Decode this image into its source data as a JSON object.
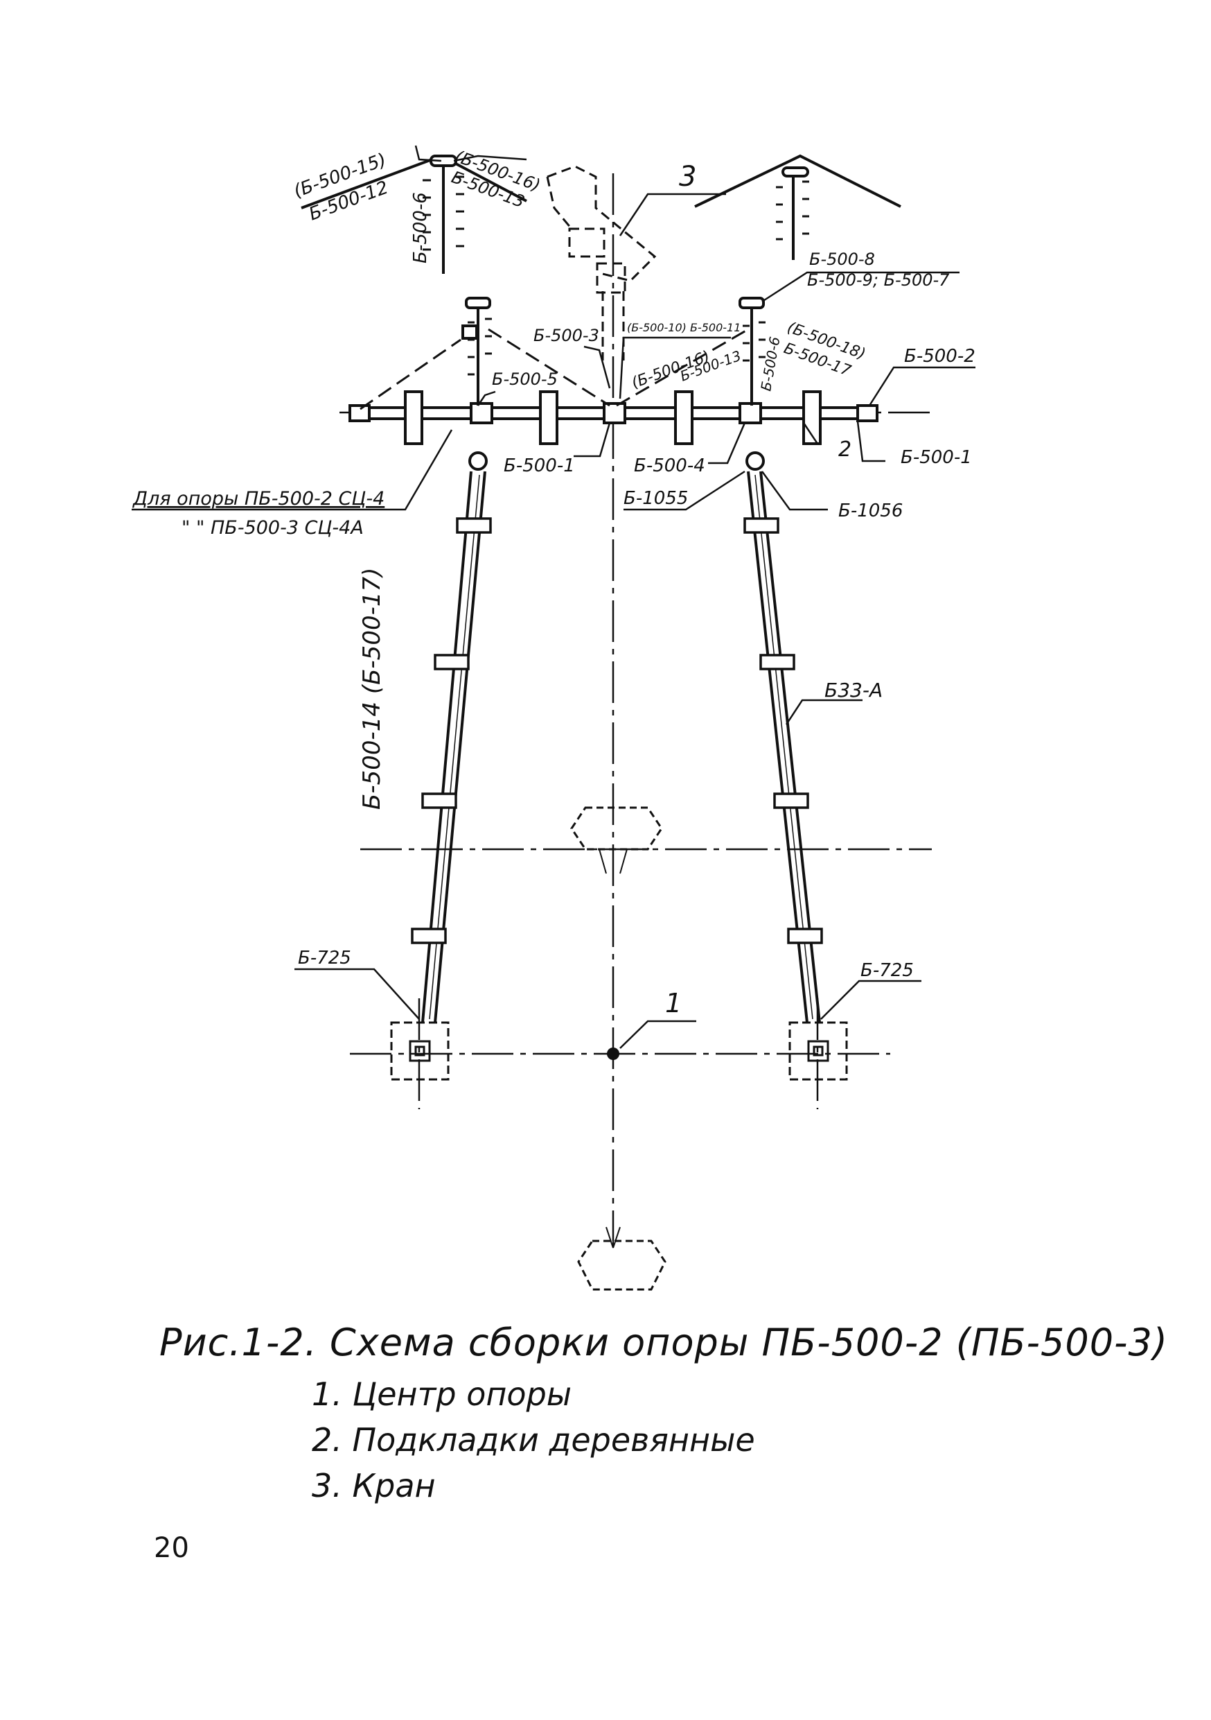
{
  "figure": {
    "caption": "Рис.1-2. Схема сборки опоры ПБ-500-2 (ПБ-500-3)",
    "legend": [
      "1. Центр опоры",
      "2. Подкладки деревянные",
      "3. Кран"
    ]
  },
  "page_number": "20",
  "diagram": {
    "leader_numbers": {
      "center": "1",
      "pads": "2",
      "crane": "3"
    },
    "top_left_leg": {
      "l1": "(Б-500-15)",
      "l2": "Б-500-12",
      "l3": "(Б-500-16)",
      "l4": "Б-500-13",
      "l5": "Б-500-6"
    },
    "top_right_leg": {
      "l1": "Б-500-8",
      "l2": "Б-500-9; Б-500-7"
    },
    "crossarm": {
      "b3": "Б-500-3",
      "b10": "(Б-500-10) Б-500-11",
      "b16": "(Б-500-16)",
      "b13": "Б-500-13",
      "b6": "Б-500-6",
      "b18": "(Б-500-18)",
      "b17": "Б-500-17",
      "b2": "Б-500-2",
      "b5": "Б-500-5",
      "b1": "Б-500-1",
      "b4": "Б-500-4",
      "b1r": "Б-500-1"
    },
    "ground_note_1": "Для опоры ПБ-500-2 СЦ-4",
    "ground_note_2": "\" \" ПБ-500-3 СЦ-4А",
    "b1055": "Б-1055",
    "b1056": "Б-1056",
    "left_leg": "Б-500-14 (Б-500-17)",
    "right_leg": "Б33-А",
    "b725_left": "Б-725",
    "b725_right": "Б-725"
  }
}
